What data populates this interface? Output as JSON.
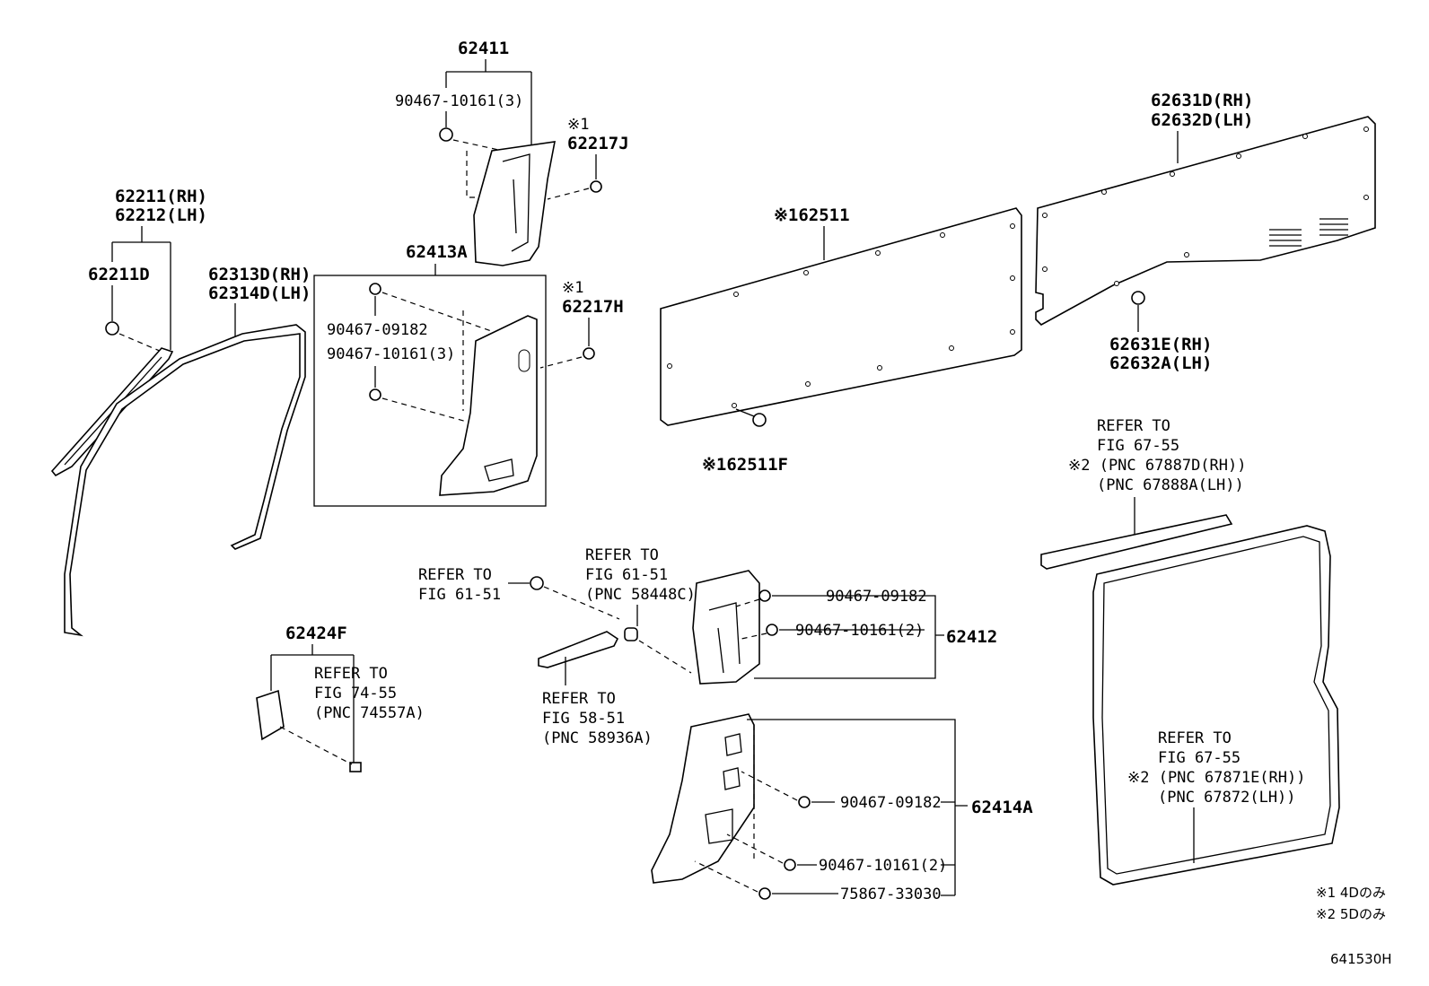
{
  "diagram": {
    "figure_code": "641530H",
    "labels": {
      "p62411": "62411",
      "p90467_10161_3_top": "90467-10161(3)",
      "mark1_a": "※1",
      "p62217J": "62217J",
      "p62211": "62211(RH)",
      "p62212": "62212(LH)",
      "p62211D": "62211D",
      "p62413A": "62413A",
      "p62313D": "62313D(RH)",
      "p62314D": "62314D(LH)",
      "p90467_09182_box": "90467-09182",
      "p90467_10161_3_box": "90467-10161(3)",
      "mark1_b": "※1",
      "p62217H": "62217H",
      "p62511": "※162511",
      "p62511F": "※162511F",
      "p62631D": "62631D(RH)",
      "p62632D": "62632D(LH)",
      "p62631E": "62631E(RH)",
      "p62632A": "62632A(LH)",
      "ref67_55_top_1": "REFER TO",
      "ref67_55_top_2": "FIG 67-55",
      "ref67_55_top_3": "※2 (PNC 67887D(RH))",
      "ref67_55_top_4": "(PNC 67888A(LH))",
      "ref61_51_a1": "REFER TO",
      "ref61_51_a2": "FIG 61-51",
      "ref61_51_b1": "REFER TO",
      "ref61_51_b2": "FIG 61-51",
      "ref61_51_b3": "(PNC 58448C)",
      "p90467_09182_mid": "90467-09182",
      "p90467_10161_2_mid": "90467-10161(2)",
      "p62412": "62412",
      "p62424F": "62424F",
      "ref74_55_1": "REFER TO",
      "ref74_55_2": "FIG 74-55",
      "ref74_55_3": "(PNC 74557A)",
      "ref58_51_1": "REFER TO",
      "ref58_51_2": "FIG 58-51",
      "ref58_51_3": "(PNC 58936A)",
      "p90467_09182_low": "90467-09182",
      "p62414A": "62414A",
      "p90467_10161_2_low": "90467-10161(2)",
      "p75867_33030": "75867-33030",
      "ref67_55_bot_1": "REFER TO",
      "ref67_55_bot_2": "FIG 67-55",
      "ref67_55_bot_3": "※2 (PNC 67871E(RH))",
      "ref67_55_bot_4": "(PNC 67872(LH))",
      "note1": "※1 4Dのみ",
      "note2": "※2 5Dのみ"
    }
  }
}
